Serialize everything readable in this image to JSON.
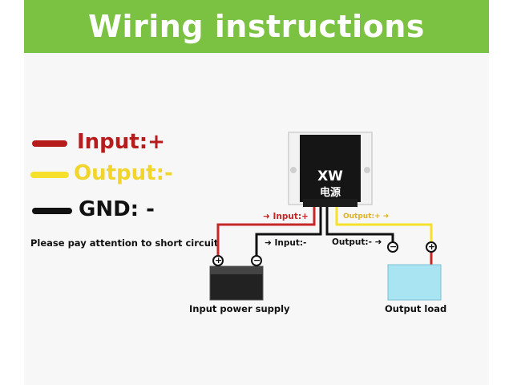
{
  "title": "Wiring instructions",
  "legend": [
    {
      "label": "Input:+",
      "color": "#b71c1c",
      "text_color": "#b71c1c"
    },
    {
      "label": "Output:-",
      "color": "#f5e12b",
      "text_color": "#f2d52a"
    },
    {
      "label": "GND: -",
      "color": "#111111",
      "text_color": "#111111"
    }
  ],
  "note": "Please pay attention to short circuit",
  "module": {
    "brand": "XW",
    "brand_cn": "电源"
  },
  "wire_labels": {
    "input_plus": "➜ Input:+",
    "input_minus": "➜ Input:-",
    "output_plus": "Output:+ ➜",
    "output_minus": "Output:- ➜"
  },
  "devices": {
    "input": "Input power supply",
    "output": "Output load"
  },
  "terminals": {
    "plus": "+",
    "minus": "−"
  },
  "colors": {
    "banner": "#7cc242",
    "red_wire": "#c62828",
    "yellow_wire": "#f5e12b",
    "black_wire": "#111111",
    "load": "#a8e4f2"
  }
}
